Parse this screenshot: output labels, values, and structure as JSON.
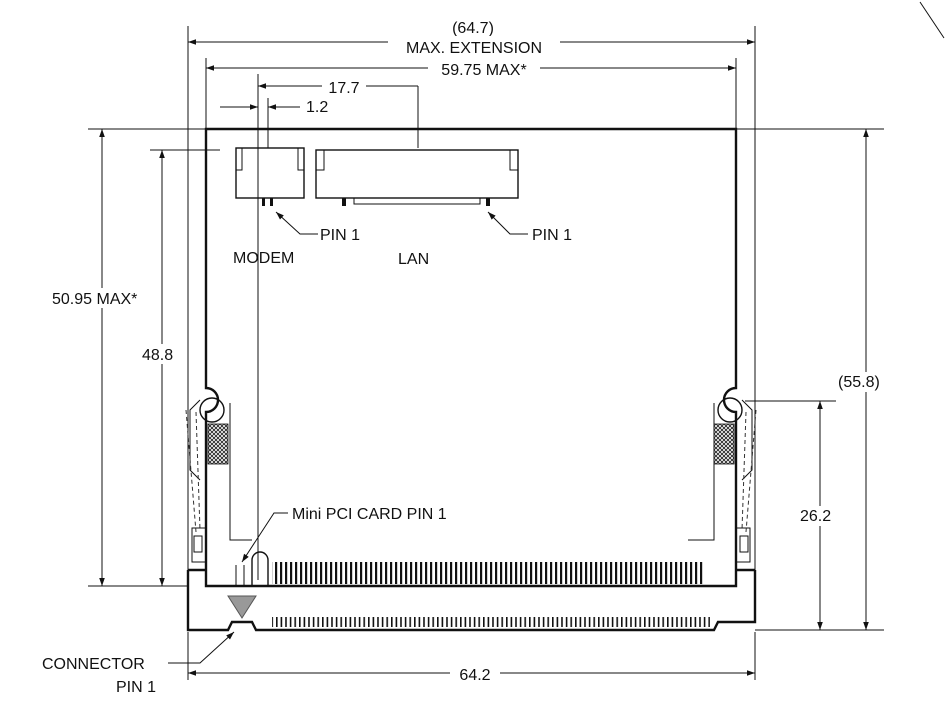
{
  "labels": {
    "max_extension_dim": "(64.7)",
    "max_extension": "MAX. EXTENSION",
    "width_max": "59.75 MAX*",
    "offset_17_7": "17.7",
    "offset_1_2": "1.2",
    "pin1_modem": "PIN 1",
    "pin1_lan": "PIN 1",
    "modem": "MODEM",
    "lan": "LAN",
    "height_max": "50.95 MAX*",
    "height_48_8": "48.8",
    "height_55_8": "(55.8)",
    "height_26_2": "26.2",
    "mini_pci_pin1": "Mini PCI CARD PIN 1",
    "connector": "CONNECTOR",
    "connector_pin1": "PIN 1",
    "connector_width": "64.2"
  }
}
